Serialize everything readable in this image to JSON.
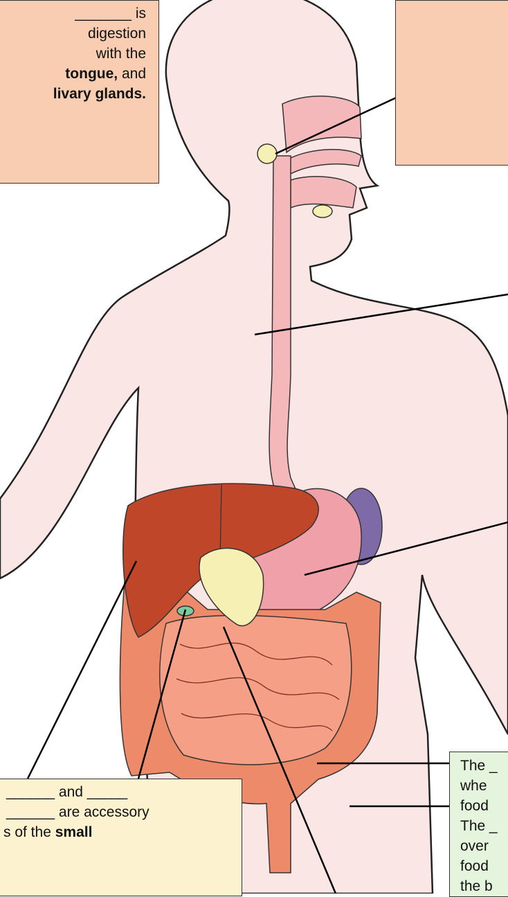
{
  "mouth_box": {
    "lines": [
      {
        "plain": "_______ is"
      },
      {
        "plain": "digestion"
      },
      {
        "plain": "with the"
      },
      {
        "bold": "tongue,",
        "plain": " and"
      },
      {
        "bold": "livary glands."
      }
    ]
  },
  "accessory_box": {
    "line1_a": "______ and _____",
    "line2_a": "______ are accessory",
    "line3_a": "s of the ",
    "line3_b": "small"
  },
  "intestine_box": {
    "lines": [
      "The _",
      "whe",
      "food",
      "The _",
      "over",
      "food",
      "the b"
    ]
  },
  "colors": {
    "body": "#fbe6e6",
    "outline": "#222222",
    "esophagus": "#f4b8ba",
    "liver": "#c0462a",
    "stomach": "#f0a0a8",
    "spleen": "#7e6aa6",
    "intestine": "#ec8a6a",
    "pancreas": "#f6f0b4",
    "gallbladder": "#7ccb9e"
  }
}
